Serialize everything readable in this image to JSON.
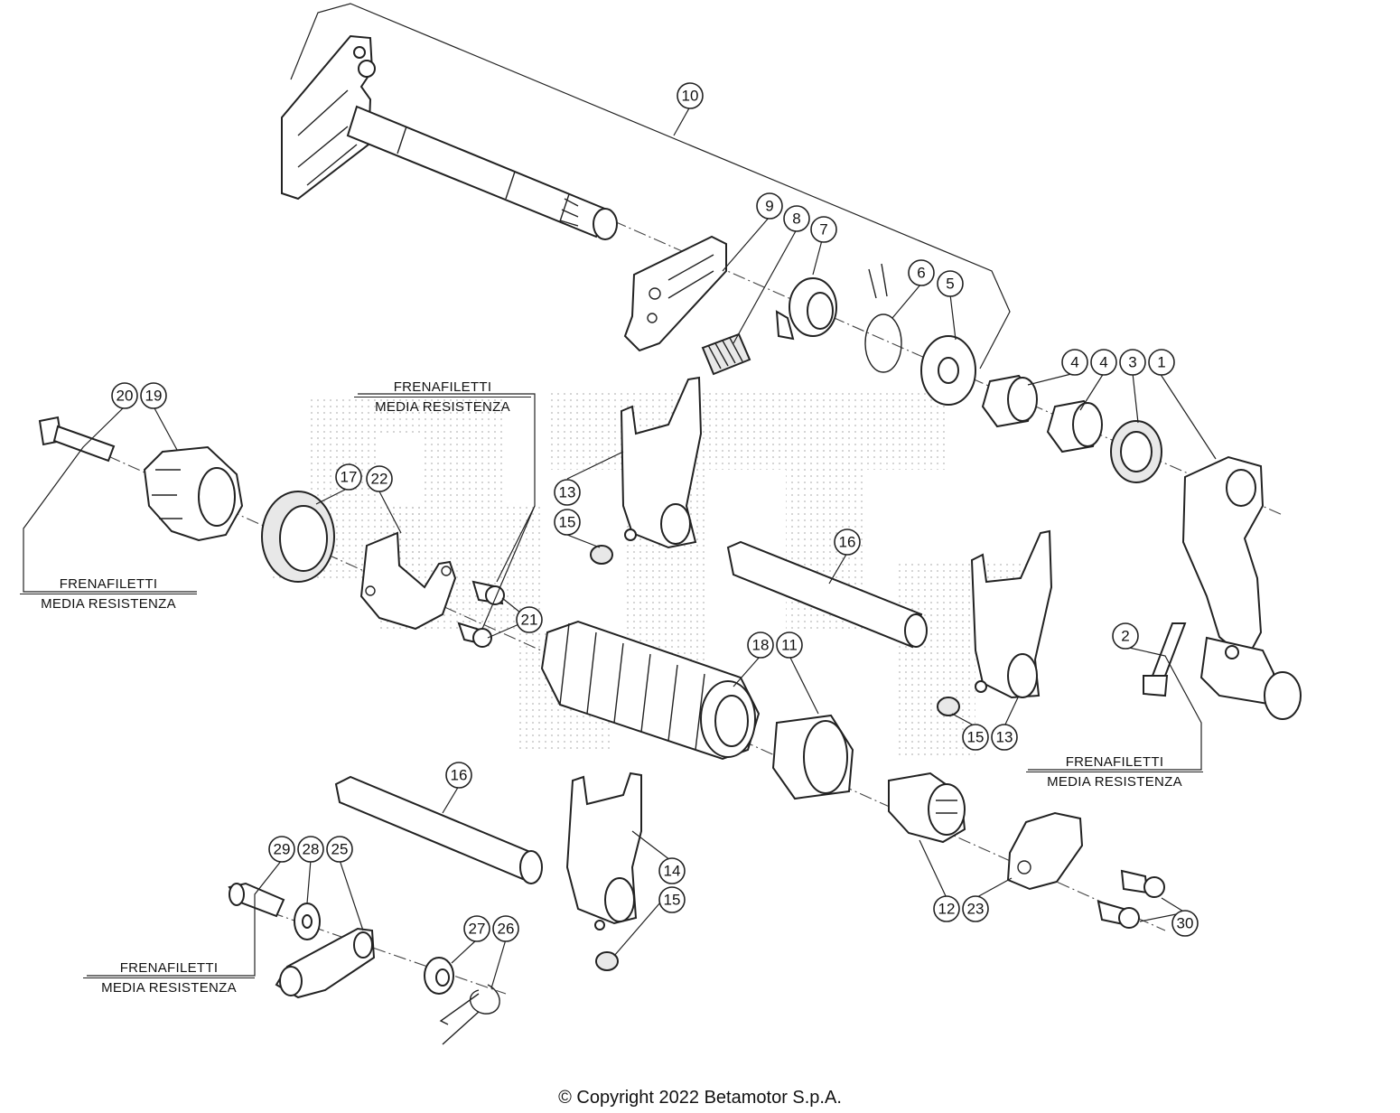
{
  "copyright": "© Copyright 2022 Betamotor S.p.A.",
  "notes": [
    {
      "line1": "FRENAFILETTI",
      "line2": "MEDIA RESISTENZA"
    },
    {
      "line1": "FRENAFILETTI",
      "line2": "MEDIA RESISTENZA"
    },
    {
      "line1": "FRENAFILETTI",
      "line2": "MEDIA RESISTENZA"
    },
    {
      "line1": "FRENAFILETTI",
      "line2": "MEDIA RESISTENZA"
    }
  ],
  "callouts": [
    "10",
    "9",
    "8",
    "7",
    "6",
    "5",
    "4",
    "4",
    "3",
    "1",
    "20",
    "19",
    "17",
    "22",
    "13",
    "15",
    "16",
    "21",
    "18",
    "11",
    "2",
    "15",
    "13",
    "16",
    "14",
    "15",
    "12",
    "23",
    "30",
    "29",
    "28",
    "25",
    "27",
    "26"
  ]
}
